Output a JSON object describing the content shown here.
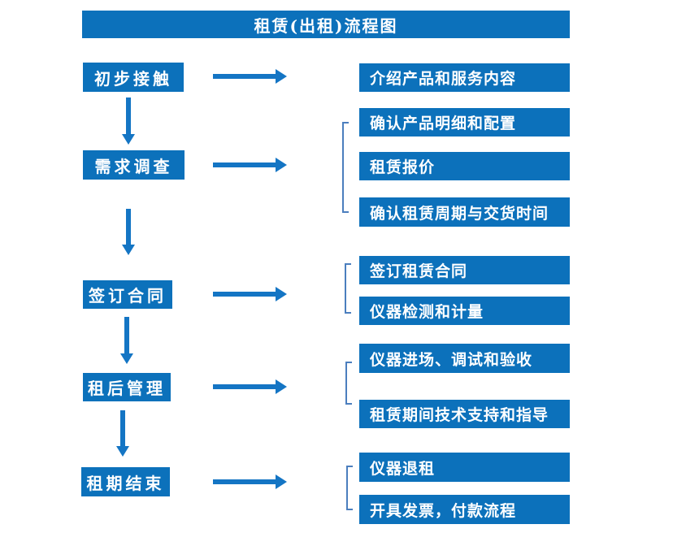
{
  "title": "租赁(出租)流程图",
  "colors": {
    "box_blue": "#0C71BB",
    "arrow_blue": "#1475C4",
    "bracket_blue": "#4B7EBE",
    "text_white": "#FFFFFF",
    "page_bg": "#FFFFFF"
  },
  "flow": [
    {
      "stage": "初步接触",
      "details": [
        "介绍产品和服务内容"
      ]
    },
    {
      "stage": "需求调查",
      "details": [
        "确认产品明细和配置",
        "租赁报价",
        "确认租赁周期与交货时间"
      ]
    },
    {
      "stage": "签订合同",
      "details": [
        "签订租赁合同",
        "仪器检测和计量"
      ]
    },
    {
      "stage": "租后管理",
      "details": [
        "仪器进场、调试和验收",
        "租赁期间技术支持和指导"
      ]
    },
    {
      "stage": "租期结束",
      "details": [
        "仪器退租",
        "开具发票，付款流程"
      ]
    }
  ]
}
